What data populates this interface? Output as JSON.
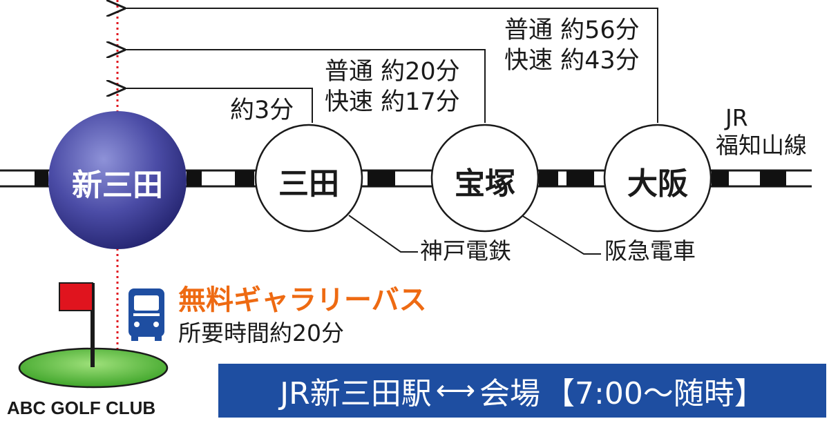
{
  "stations": {
    "shin_sanda": "新三田",
    "sanda": "三田",
    "takarazuka": "宝塚",
    "osaka": "大阪"
  },
  "times": {
    "sanda": [
      "約3分"
    ],
    "takarazuka": [
      "普通 約20分",
      "快速 約17分"
    ],
    "osaka": [
      "普通 約56分",
      "快速 約43分"
    ]
  },
  "line_name": [
    "JR",
    "福知山線"
  ],
  "other_lines": {
    "kobe_dentetsu": "神戸電鉄",
    "hankyu": "阪急電車"
  },
  "bus": {
    "title": "無料ギャラリーバス",
    "duration": "所要時間約20分"
  },
  "club_name": "ABC GOLF CLUB",
  "banner": {
    "from": "JR新三田駅",
    "to": "会場",
    "hours": "【7:00～随時】"
  },
  "colors": {
    "main_station": "#3f3f98",
    "bus_accent": "#ee6a12",
    "banner_bg": "#1e4ea1",
    "flag": "#e0141e",
    "green": "#5cc23b",
    "dotted_line": "#e0141e"
  }
}
